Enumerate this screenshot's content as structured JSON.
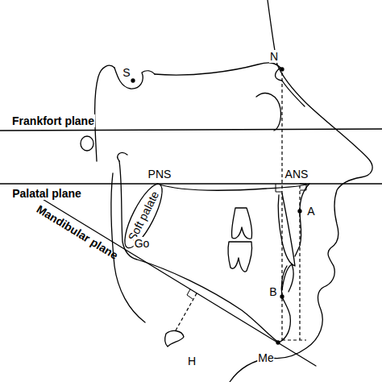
{
  "diagram": {
    "labels": [
      "S",
      "N",
      "Frankfort plane",
      "Palatal plane",
      "PNS",
      "ANS",
      "A",
      "Soft palate",
      "Go",
      "Mandibular plane",
      "B",
      "H",
      "Me"
    ]
  }
}
